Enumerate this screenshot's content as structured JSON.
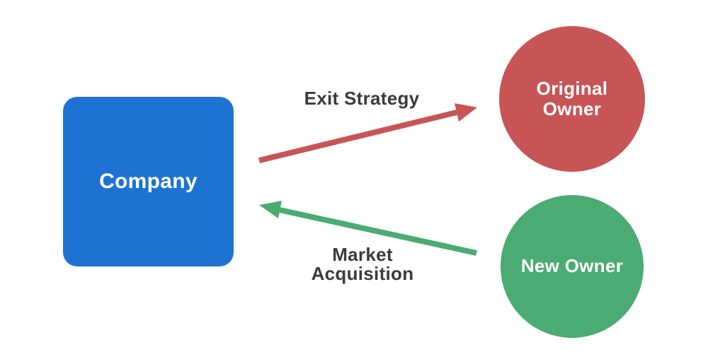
{
  "diagram": {
    "background": "#ffffff",
    "text_color": "#3b3b3b",
    "nodes": {
      "company": {
        "label": "Company",
        "shape": "rounded-square",
        "color": "#1e73d2",
        "text_color": "#ffffff"
      },
      "original_owner": {
        "label": "Original Owner",
        "shape": "circle",
        "color": "#c75556",
        "text_color": "#ffffff"
      },
      "new_owner": {
        "label": "New Owner",
        "shape": "circle",
        "color": "#4aab73",
        "text_color": "#ffffff"
      }
    },
    "edges": {
      "exit_strategy": {
        "label": "Exit Strategy",
        "from": "Company",
        "to": "Original Owner",
        "color": "#c75556",
        "direction": "right-up"
      },
      "market_acquisition": {
        "label": "Market Acquisition",
        "from": "New Owner",
        "to": "Company",
        "color": "#4aab73",
        "direction": "left-up"
      }
    }
  }
}
